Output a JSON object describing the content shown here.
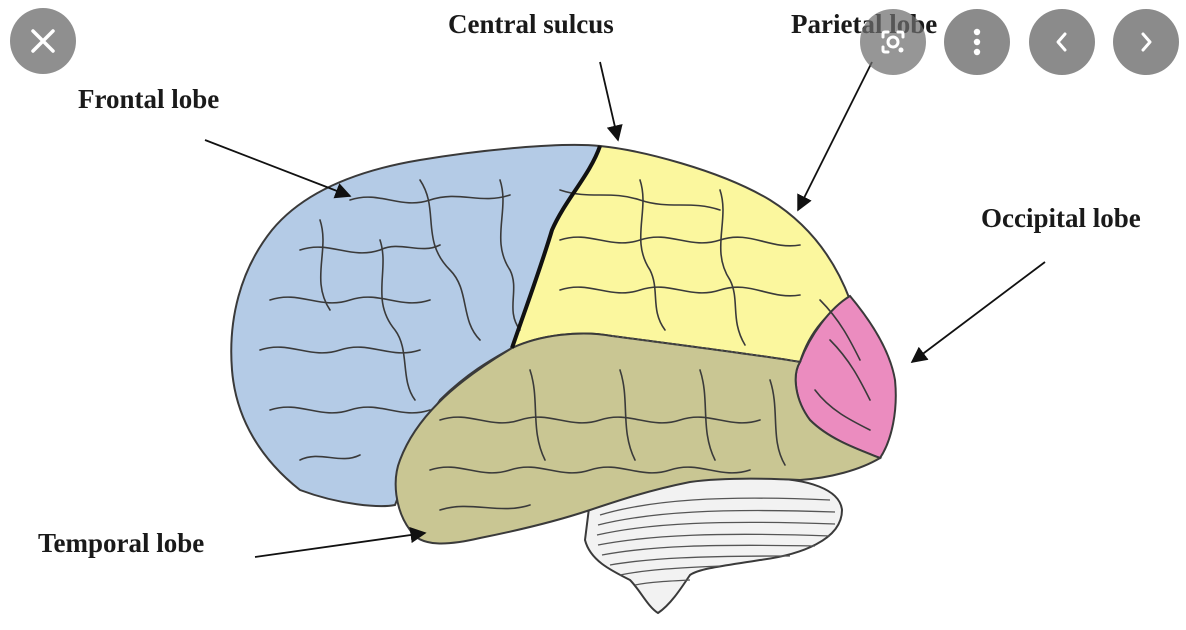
{
  "diagram": {
    "labels": {
      "frontal": "Frontal lobe",
      "central": "Central sulcus",
      "parietal": "Parietal lobe",
      "occipital": "Occipital lobe",
      "temporal": "Temporal lobe"
    },
    "colors": {
      "frontal": "#b4cbe6",
      "parietal": "#fbf79e",
      "temporal": "#c9c693",
      "occipital": "#eb8cbf",
      "cerebellum": "#f2f2f2",
      "outline": "#3a3a3a"
    }
  },
  "viewer_controls": {
    "close_icon": "close-icon",
    "lens_icon": "lens-icon",
    "more_icon": "more-vert-icon",
    "prev_icon": "chevron-left-icon",
    "next_icon": "chevron-right-icon",
    "button_color": "#6b6b6b"
  }
}
